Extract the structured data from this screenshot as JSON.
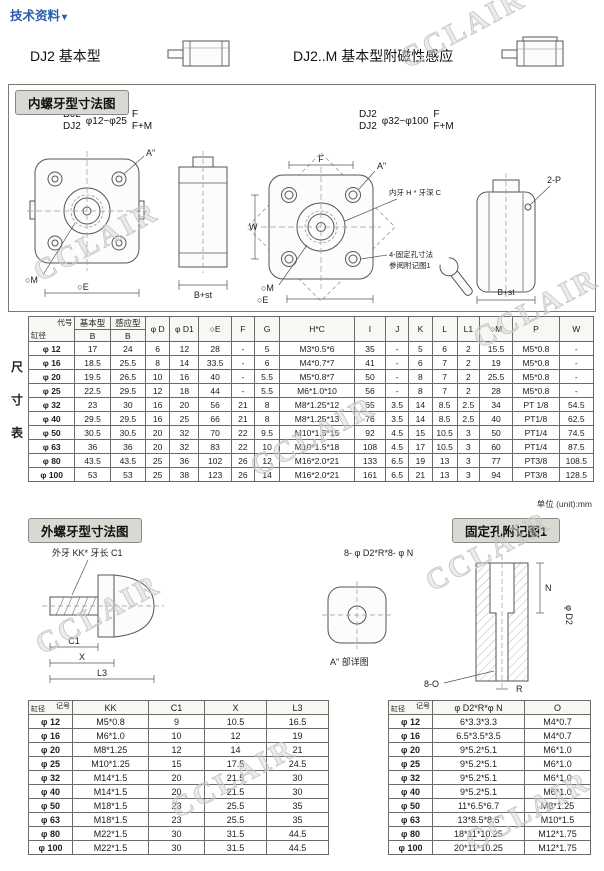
{
  "page": {
    "top_link": "技术资料",
    "unit_note": "单位 (unit):mm",
    "watermark": "CCLAIR"
  },
  "icons": {
    "top_arrow": "▾"
  },
  "products": {
    "left_title": "DJ2 基本型",
    "right_title": "DJ2..M 基本型附磁性感应"
  },
  "internal_section": {
    "title": "内螺牙型寸法图",
    "left_model": {
      "line1": "DJ2",
      "line2": "DJ2",
      "range": "φ12~φ25",
      "opt1": "F",
      "opt2": "F+M"
    },
    "right_model": {
      "line1": "DJ2",
      "line2": "DJ2",
      "range": "φ32~φ100",
      "opt1": "F",
      "opt2": "F+M"
    },
    "labels": {
      "a_ref": "A\"",
      "om": "○M",
      "oe": "○E",
      "b_st": "B+st",
      "f": "F",
      "w": "W",
      "thread_note": "内牙 H * 牙深 C",
      "hole_note1": "4-固定孔寸法",
      "hole_note2": "参阅附记图1",
      "port": "2-P"
    }
  },
  "dim_table": {
    "side_label": [
      "尺",
      "寸",
      "表"
    ],
    "corner_top": "代号",
    "corner_bottom": "缸径",
    "group_basic": "基本型",
    "group_sensor": "感应型",
    "sub_b1": "B",
    "sub_b2": "B",
    "cols": [
      "φ D",
      "φ D1",
      "○E",
      "F",
      "G",
      "H*C",
      "I",
      "J",
      "K",
      "L",
      "L1",
      "○M",
      "P",
      "W"
    ],
    "rows": [
      [
        "φ 12",
        "17",
        "24",
        "6",
        "12",
        "28",
        "-",
        "5",
        "M3*0.5*6",
        "35",
        "-",
        "5",
        "6",
        "2",
        "15.5",
        "M5*0.8",
        "-"
      ],
      [
        "φ 16",
        "18.5",
        "25.5",
        "8",
        "14",
        "33.5",
        "-",
        "6",
        "M4*0.7*7",
        "41",
        "-",
        "6",
        "7",
        "2",
        "19",
        "M5*0.8",
        "-"
      ],
      [
        "φ 20",
        "19.5",
        "26.5",
        "10",
        "16",
        "40",
        "-",
        "5.5",
        "M5*0.8*7",
        "50",
        "-",
        "8",
        "7",
        "2",
        "25.5",
        "M5*0.8",
        "-"
      ],
      [
        "φ 25",
        "22.5",
        "29.5",
        "12",
        "18",
        "44",
        "-",
        "5.5",
        "M6*1.0*10",
        "56",
        "-",
        "8",
        "7",
        "2",
        "28",
        "M5*0.8",
        "-"
      ],
      [
        "φ 32",
        "23",
        "30",
        "16",
        "20",
        "56",
        "21",
        "8",
        "M8*1.25*12",
        "65",
        "3.5",
        "14",
        "8.5",
        "2.5",
        "34",
        "PT 1/8",
        "54.5"
      ],
      [
        "φ 40",
        "29.5",
        "29.5",
        "16",
        "25",
        "66",
        "21",
        "8",
        "M8*1.25*13",
        "76",
        "3.5",
        "14",
        "8.5",
        "2.5",
        "40",
        "PT1/8",
        "62.5"
      ],
      [
        "φ 50",
        "30.5",
        "30.5",
        "20",
        "32",
        "70",
        "22",
        "9.5",
        "M10*1.5*15",
        "92",
        "4.5",
        "15",
        "10.5",
        "3",
        "50",
        "PT1/4",
        "74.5"
      ],
      [
        "φ 63",
        "36",
        "36",
        "20",
        "32",
        "83",
        "22",
        "10",
        "M10*1.5*18",
        "108",
        "4.5",
        "17",
        "10.5",
        "3",
        "60",
        "PT1/4",
        "87.5"
      ],
      [
        "φ 80",
        "43.5",
        "43.5",
        "25",
        "36",
        "102",
        "26",
        "12",
        "M16*2.0*21",
        "133",
        "6.5",
        "19",
        "13",
        "3",
        "77",
        "PT3/8",
        "108.5"
      ],
      [
        "φ 100",
        "53",
        "53",
        "25",
        "38",
        "123",
        "26",
        "14",
        "M16*2.0*21",
        "161",
        "6.5",
        "21",
        "13",
        "3",
        "94",
        "PT3/8",
        "128.5"
      ]
    ]
  },
  "external_section": {
    "title": "外螺牙型寸法图",
    "thread_label": "外牙 KK* 牙长 C1",
    "dim_c1": "C1",
    "dim_x": "X",
    "dim_l3": "L3"
  },
  "fixhole_section": {
    "title": "固定孔附记图1",
    "pattern_label": "8- φ D2*R*8- φ N",
    "detail_label": "A\" 部详图",
    "dim_n": "N",
    "dim_d2": "φ D2",
    "dim_8o": "8-O",
    "dim_r": "R"
  },
  "kk_table": {
    "corner_top": "记号",
    "corner_bottom": "缸径",
    "cols": [
      "KK",
      "C1",
      "X",
      "L3"
    ],
    "rows": [
      [
        "φ 12",
        "M5*0.8",
        "9",
        "10.5",
        "16.5"
      ],
      [
        "φ 16",
        "M6*1.0",
        "10",
        "12",
        "19"
      ],
      [
        "φ 20",
        "M8*1.25",
        "12",
        "14",
        "21"
      ],
      [
        "φ 25",
        "M10*1.25",
        "15",
        "17.5",
        "24.5"
      ],
      [
        "φ 32",
        "M14*1.5",
        "20",
        "21.5",
        "30"
      ],
      [
        "φ 40",
        "M14*1.5",
        "20",
        "21.5",
        "30"
      ],
      [
        "φ 50",
        "M18*1.5",
        "23",
        "25.5",
        "35"
      ],
      [
        "φ 63",
        "M18*1.5",
        "23",
        "25.5",
        "35"
      ],
      [
        "φ 80",
        "M22*1.5",
        "30",
        "31.5",
        "44.5"
      ],
      [
        "φ 100",
        "M22*1.5",
        "30",
        "31.5",
        "44.5"
      ]
    ]
  },
  "hole_table": {
    "corner_top": "记号",
    "corner_bottom": "缸径",
    "cols": [
      "φ D2*R*φ N",
      "O"
    ],
    "rows": [
      [
        "φ 12",
        "6*3.3*3.3",
        "M4*0.7"
      ],
      [
        "φ 16",
        "6.5*3.5*3.5",
        "M4*0.7"
      ],
      [
        "φ 20",
        "9*5.2*5.1",
        "M6*1.0"
      ],
      [
        "φ 25",
        "9*5.2*5.1",
        "M6*1.0"
      ],
      [
        "φ 32",
        "9*5.2*5.1",
        "M6*1.0"
      ],
      [
        "φ 40",
        "9*5.2*5.1",
        "M6*1.0"
      ],
      [
        "φ 50",
        "11*6.5*6.7",
        "M8*1.25"
      ],
      [
        "φ 63",
        "13*8.5*8.5",
        "M10*1.5"
      ],
      [
        "φ 80",
        "18*11*10.25",
        "M12*1.75"
      ],
      [
        "φ 100",
        "20*11*10.25",
        "M12*1.75"
      ]
    ]
  }
}
